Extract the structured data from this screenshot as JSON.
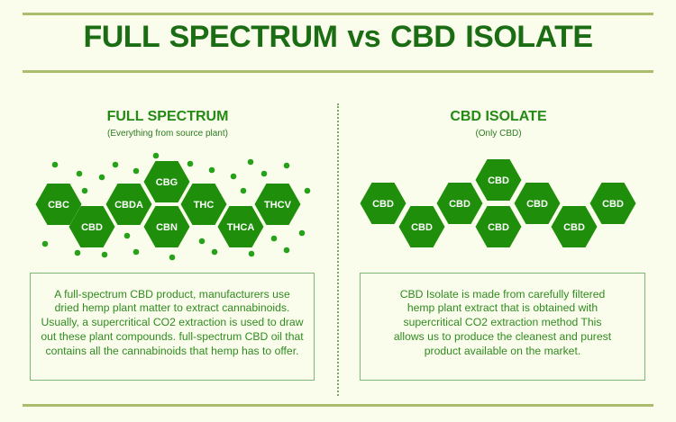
{
  "title": "FULL SPECTRUM  vs  CBD ISOLATE",
  "left": {
    "heading": "FULL SPECTRUM",
    "subheading": "(Everything from source plant)",
    "hexagons": [
      "CBC",
      "CBD",
      "CBDA",
      "CBG",
      "CBN",
      "THC",
      "THCA",
      "THCV"
    ],
    "description_lines": [
      "A full-spectrum CBD product, manufacturers use",
      "dried hemp plant matter to extract cannabinoids.",
      "Usually, a supercritical CO2 extraction is used to draw",
      "out these plant compounds. full-spectrum CBD oil that",
      "contains all the cannabinoids that hemp has to offer."
    ]
  },
  "right": {
    "heading": "CBD ISOLATE",
    "subheading": "(Only CBD)",
    "hexagons": [
      "CBD",
      "CBD",
      "CBD",
      "CBD",
      "CBD",
      "CBD",
      "CBD",
      "CBD"
    ],
    "description_lines": [
      "CBD Isolate is made from carefully filtered",
      "hemp plant extract that is obtained with",
      "supercritical CO2 extraction method This",
      "allows us to produce the cleanest and purest",
      "product available on the market."
    ]
  },
  "colors": {
    "hex": "#1f8f0b",
    "dot": "#27a11a",
    "title": "#1b6d13",
    "rule": "#a9bd6c"
  }
}
